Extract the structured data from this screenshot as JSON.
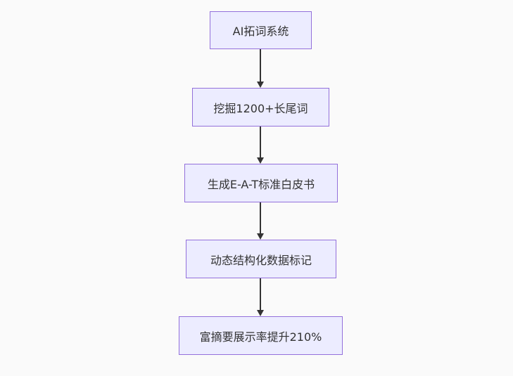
{
  "diagram": {
    "type": "flowchart",
    "direction": "top-down",
    "nodes": [
      {
        "id": "n1",
        "label": "AI拓词系统"
      },
      {
        "id": "n2",
        "label": "挖掘1200+长尾词"
      },
      {
        "id": "n3",
        "label": "生成E-A-T标准白皮书"
      },
      {
        "id": "n4",
        "label": "动态结构化数据标记"
      },
      {
        "id": "n5",
        "label": "富摘要展示率提升210%"
      }
    ],
    "edges": [
      {
        "from": "n1",
        "to": "n2",
        "style": "arrow-down"
      },
      {
        "from": "n2",
        "to": "n3",
        "style": "arrow-down"
      },
      {
        "from": "n3",
        "to": "n4",
        "style": "arrow-down"
      },
      {
        "from": "n4",
        "to": "n5",
        "style": "arrow-down"
      }
    ],
    "colors": {
      "background": "#FAFAFA",
      "node_fill": "#ECECFF",
      "node_border": "#9370DB",
      "arrow": "#333333",
      "text": "#333333"
    }
  }
}
